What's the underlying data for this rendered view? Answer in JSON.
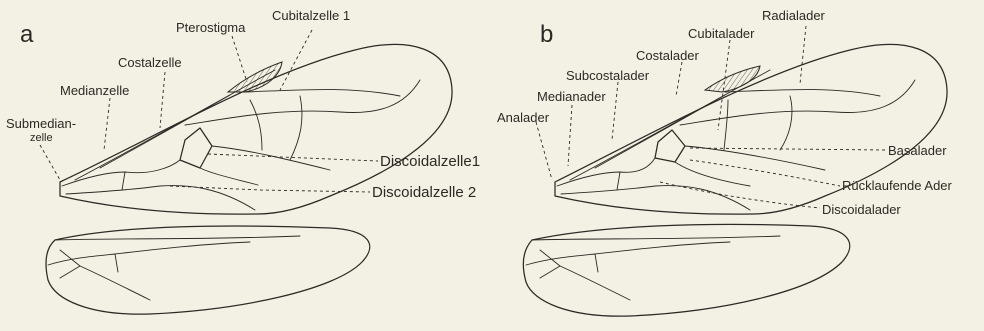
{
  "panels": {
    "a": {
      "letter": "a",
      "labels": {
        "pterostigma": "Pterostigma",
        "cubitalzelle1": "Cubitalzelle 1",
        "costalzelle": "Costalzelle",
        "medianzelle": "Medianzelle",
        "submedian_line1": "Submedian-",
        "submedian_line2": "zelle",
        "discoidalzelle1": "Discoidalzelle1",
        "discoidalzelle2": "Discoidalzelle 2"
      }
    },
    "b": {
      "letter": "b",
      "labels": {
        "radialader": "Radialader",
        "cubitalader": "Cubitalader",
        "costalader": "Costalader",
        "subcostalader": "Subcostalader",
        "medianader": "Medianader",
        "analader": "Analader",
        "basalader": "Basalader",
        "ruecklaufende_ader": "Rücklaufende Ader",
        "discoidalader": "Discoidalader"
      }
    }
  }
}
